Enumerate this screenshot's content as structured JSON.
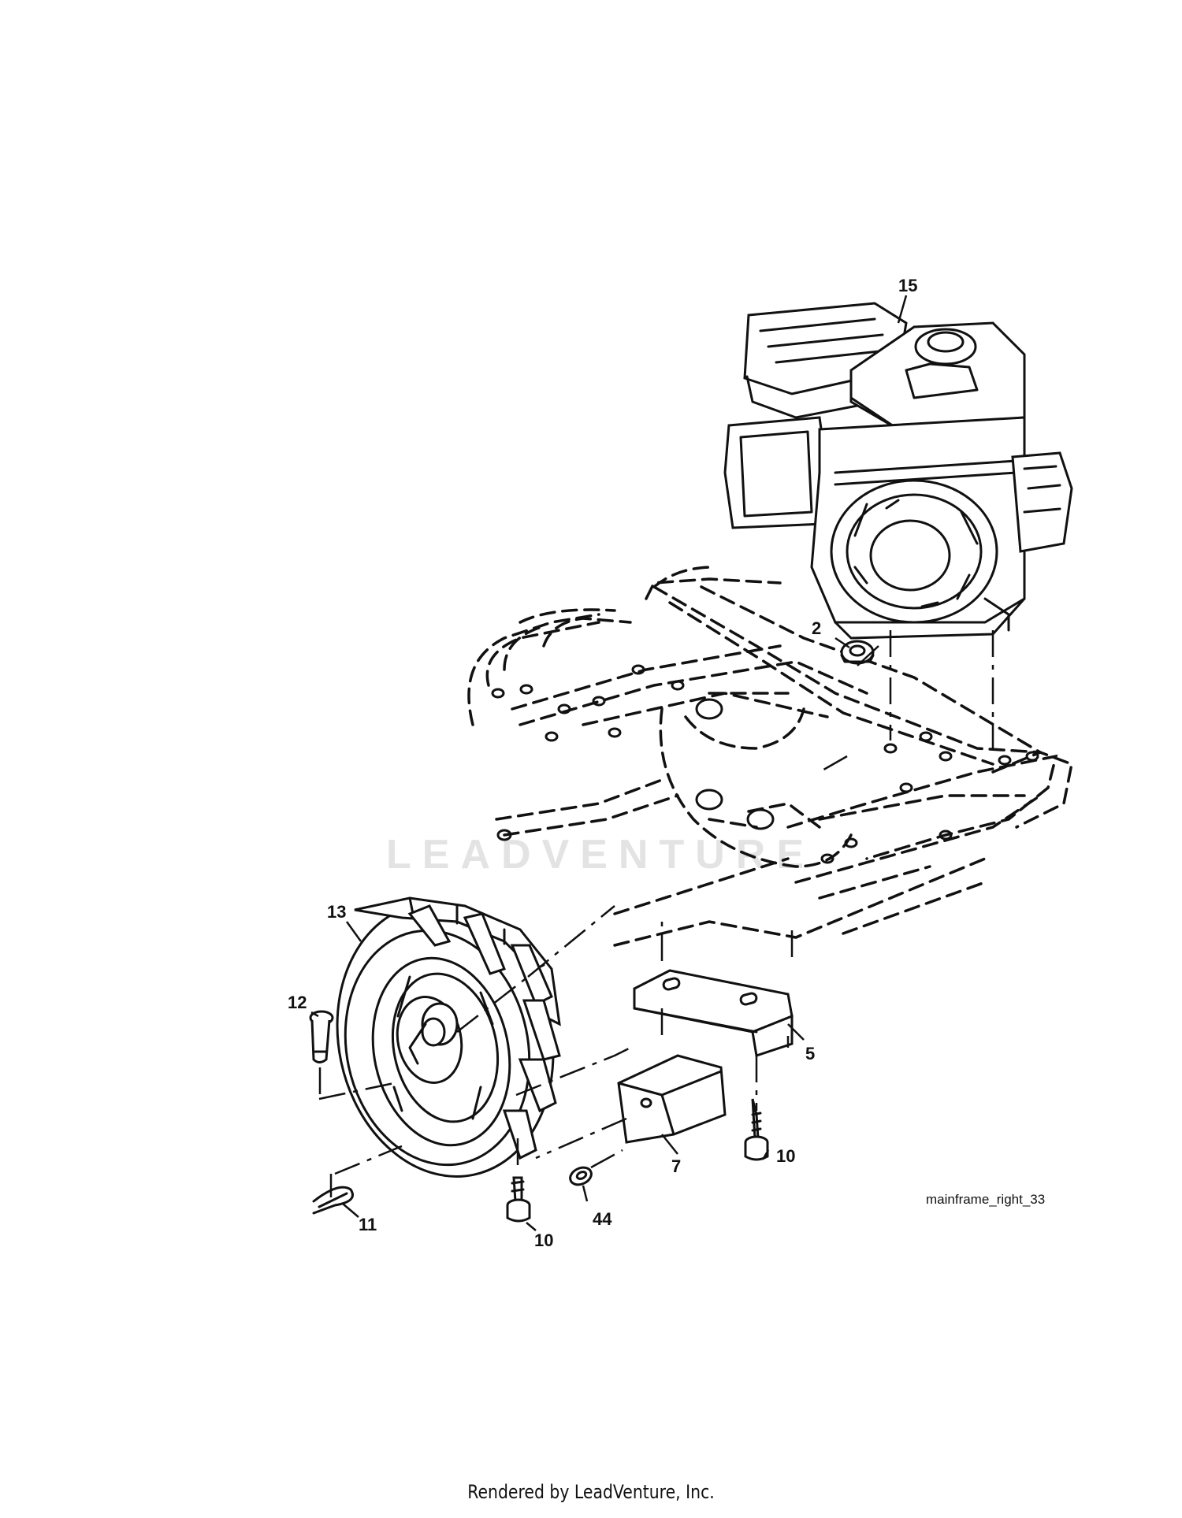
{
  "diagram": {
    "watermark_text": "LEADVENTURE",
    "figure_ref": "mainframe_right_33",
    "callouts": [
      {
        "id": "15",
        "label": "15"
      },
      {
        "id": "2",
        "label": "2"
      },
      {
        "id": "13",
        "label": "13"
      },
      {
        "id": "12",
        "label": "12"
      },
      {
        "id": "11",
        "label": "11"
      },
      {
        "id": "5",
        "label": "5"
      },
      {
        "id": "7",
        "label": "7"
      },
      {
        "id": "10a",
        "label": "10"
      },
      {
        "id": "10b",
        "label": "10"
      },
      {
        "id": "44",
        "label": "44"
      }
    ]
  },
  "footer": {
    "text": "Rendered by LeadVenture, Inc."
  }
}
